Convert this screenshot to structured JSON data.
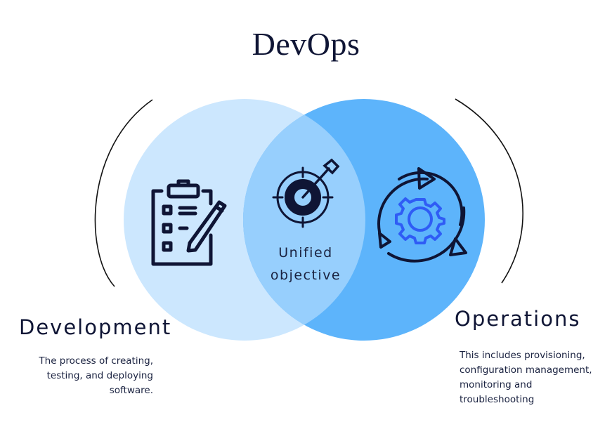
{
  "title": "DevOps",
  "center": {
    "label_line1": "Unified",
    "label_line2": "objective",
    "icon": "target-arrow-icon"
  },
  "development": {
    "heading": "Development",
    "description_lines": [
      "The process of creating,",
      "testing, and deploying",
      "software."
    ],
    "icon": "clipboard-checklist-pencil-icon",
    "color": "#cce7fe"
  },
  "operations": {
    "heading": "Operations",
    "description_lines": [
      "This includes provisioning,",
      "configuration management,",
      "monitoring and",
      "troubleshooting"
    ],
    "icon": "gear-cycle-icon",
    "color": "#5db4fb"
  },
  "colors": {
    "overlap": "#97cffd",
    "text": "#0f1535",
    "gear": "#2f5cf5"
  }
}
